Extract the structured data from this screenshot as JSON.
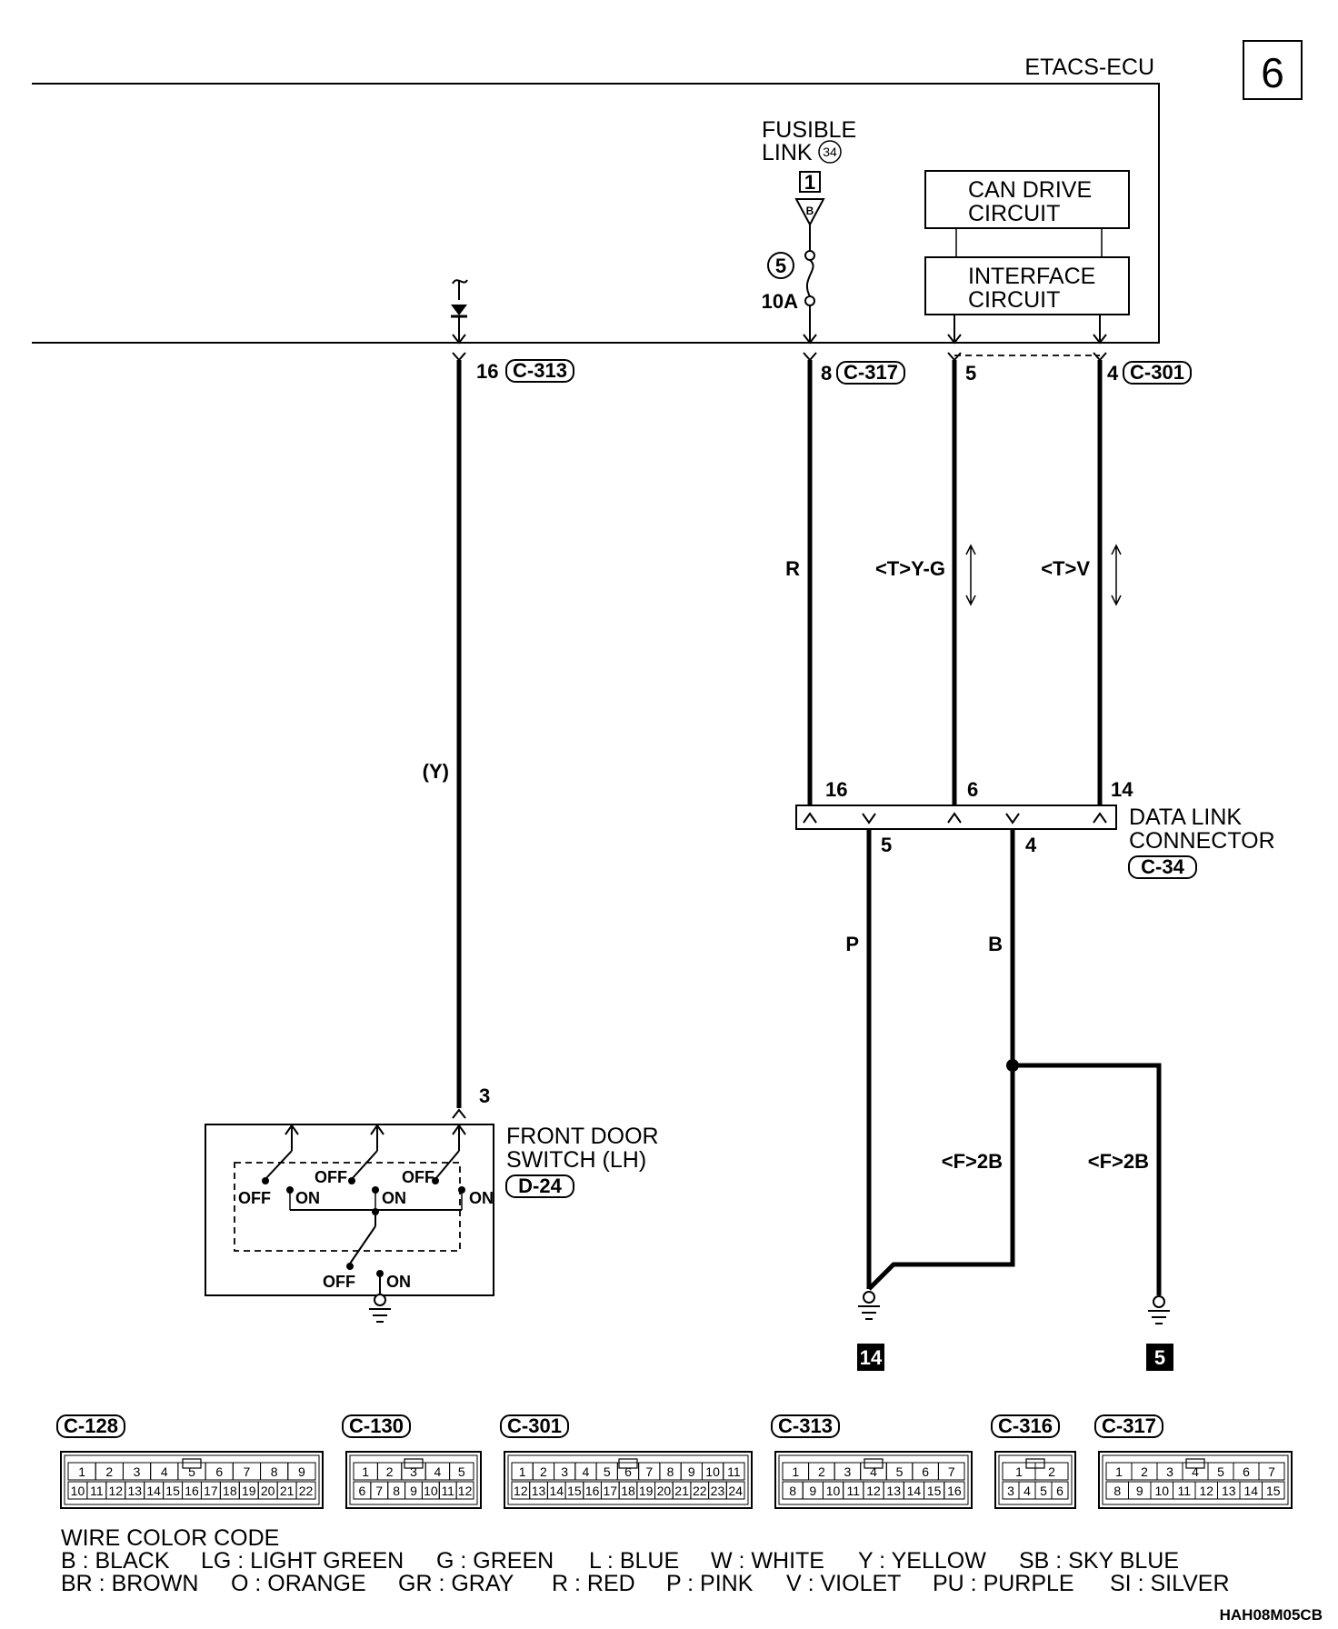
{
  "page_number": "6",
  "ecu_label": "ETACS-ECU",
  "fusible_link": {
    "line1": "FUSIBLE",
    "line2": "LINK",
    "number": "34",
    "connector_pin": "1",
    "wire_letter": "B",
    "fuse_number": "5",
    "fuse_rating": "10A"
  },
  "boxes": {
    "can_line1": "CAN DRIVE",
    "can_line2": "CIRCUIT",
    "interface_line1": "INTERFACE",
    "interface_line2": "CIRCUIT"
  },
  "ecu_pins": {
    "pin_c313": "16",
    "conn_c313": "C-313",
    "pin_c317": "8",
    "conn_c317": "C-317",
    "pin_5": "5",
    "pin_c301": "4",
    "conn_c301": "C-301"
  },
  "wire_colors": {
    "y": "(Y)",
    "r": "R",
    "yg": "<T>Y-G",
    "v": "<T>V",
    "p": "P",
    "b": "B",
    "f2b_left": "<F>2B",
    "f2b_right": "<F>2B"
  },
  "data_link": {
    "pin_top_left": "16",
    "pin_top_mid": "6",
    "pin_top_right": "14",
    "pin_bottom_left": "5",
    "pin_bottom_right": "4",
    "line1": "DATA LINK",
    "line2": "CONNECTOR",
    "connector": "C-34"
  },
  "door_switch": {
    "pin": "3",
    "line1": "FRONT DOOR",
    "line2": "SWITCH (LH)",
    "connector": "D-24",
    "off": "OFF",
    "on": "ON"
  },
  "grounds": {
    "left": "14",
    "right": "5"
  },
  "connectors": [
    {
      "name": "C-128",
      "top": [
        "1",
        "2",
        "3",
        "4",
        "5",
        "6",
        "7",
        "8",
        "9"
      ],
      "bottom": [
        "10",
        "11",
        "12",
        "13",
        "14",
        "15",
        "16",
        "17",
        "18",
        "19",
        "20",
        "21",
        "22"
      ]
    },
    {
      "name": "C-130",
      "top": [
        "1",
        "2",
        "3",
        "4",
        "5"
      ],
      "bottom": [
        "6",
        "7",
        "8",
        "9",
        "10",
        "11",
        "12"
      ]
    },
    {
      "name": "C-301",
      "top": [
        "1",
        "2",
        "3",
        "4",
        "5",
        "6",
        "7",
        "8",
        "9",
        "10",
        "11"
      ],
      "bottom": [
        "12",
        "13",
        "14",
        "15",
        "16",
        "17",
        "18",
        "19",
        "20",
        "21",
        "22",
        "23",
        "24"
      ]
    },
    {
      "name": "C-313",
      "top": [
        "1",
        "2",
        "3",
        "4",
        "5",
        "6",
        "7"
      ],
      "bottom": [
        "8",
        "9",
        "10",
        "11",
        "12",
        "13",
        "14",
        "15",
        "16"
      ]
    },
    {
      "name": "C-316",
      "top": [
        "1",
        "2"
      ],
      "bottom": [
        "3",
        "4",
        "5",
        "6"
      ]
    },
    {
      "name": "C-317",
      "top": [
        "1",
        "2",
        "3",
        "4",
        "5",
        "6",
        "7"
      ],
      "bottom": [
        "8",
        "9",
        "10",
        "11",
        "12",
        "13",
        "14",
        "15"
      ]
    }
  ],
  "legend": {
    "title": "WIRE COLOR CODE",
    "line1": [
      "B : BLACK",
      "LG : LIGHT GREEN",
      "G : GREEN",
      "L : BLUE",
      "W : WHITE",
      "Y : YELLOW",
      "SB : SKY BLUE"
    ],
    "line2": [
      "BR : BROWN",
      "O : ORANGE",
      "GR : GRAY",
      "R : RED",
      "P : PINK",
      "V : VIOLET",
      "PU : PURPLE",
      "SI : SILVER"
    ]
  },
  "figure_code": "HAH08M05CB"
}
